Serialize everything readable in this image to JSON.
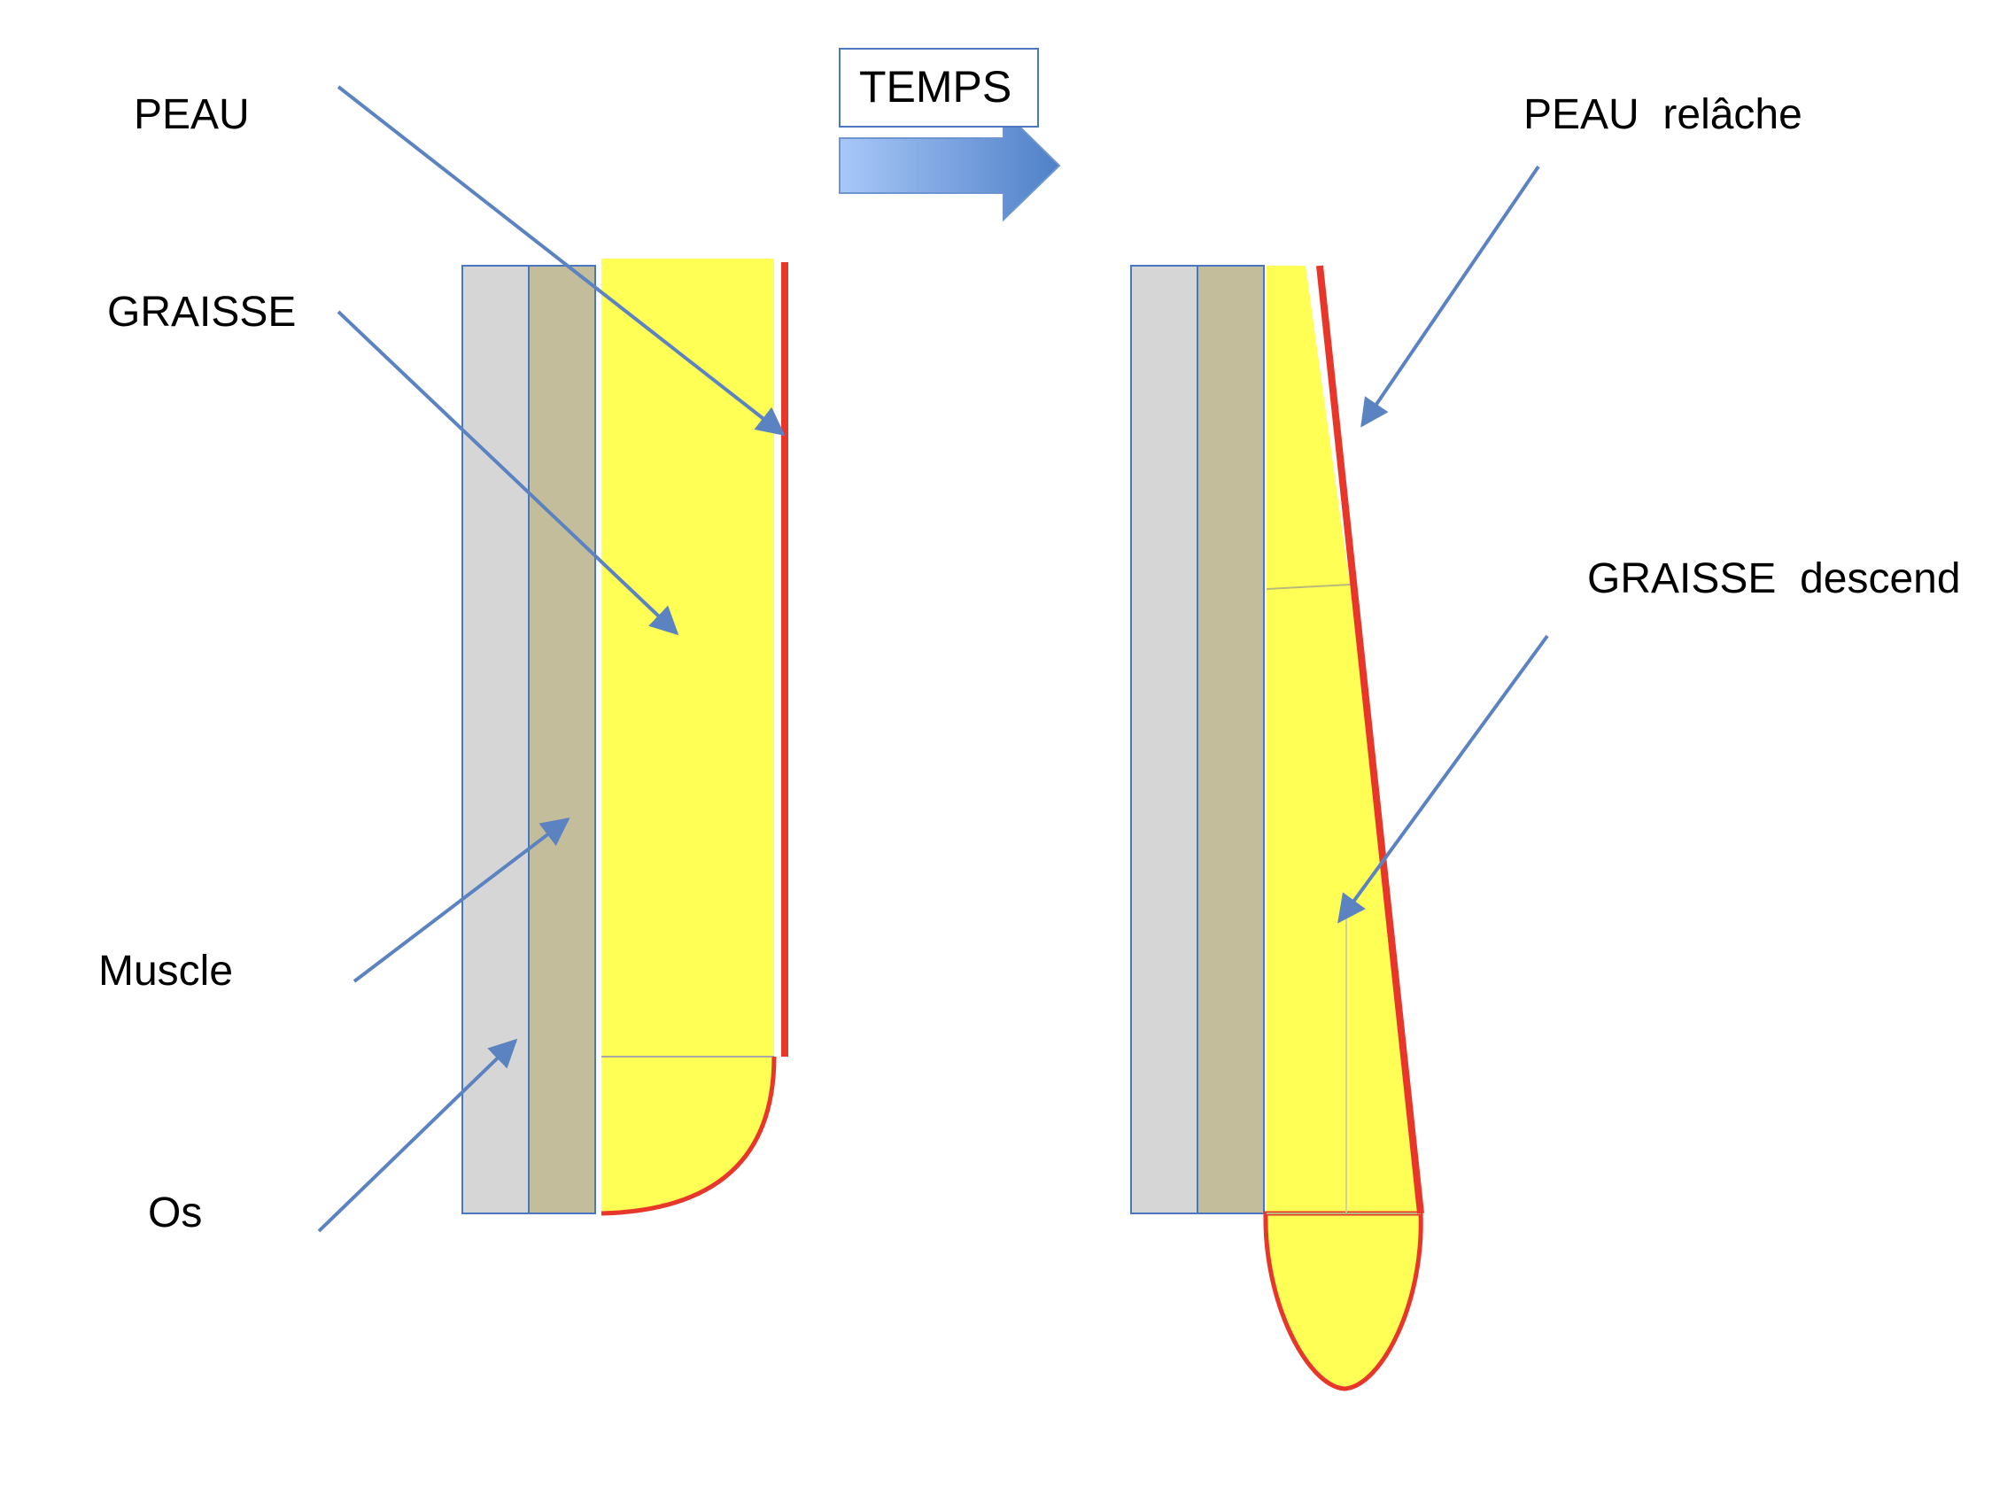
{
  "temps": {
    "label": "TEMPS"
  },
  "labels": {
    "peau": "PEAU",
    "graisse": "GRAISSE",
    "muscle": "Muscle",
    "os": "Os",
    "peau_relache": "PEAU  relâche",
    "graisse_descend": "GRAISSE  descend"
  },
  "colors": {
    "bone": "#d6d6d6",
    "muscle": "#c4bd9b",
    "fat": "#ffff55",
    "skin": "#e8362a",
    "outline": "#4a78c0",
    "arrow": "#5b83c2",
    "temps_arrow_start": "#a8c8f8",
    "temps_arrow_end": "#4f80c8"
  }
}
